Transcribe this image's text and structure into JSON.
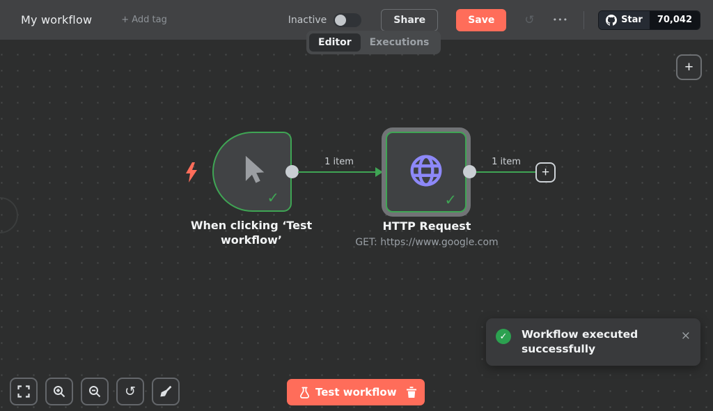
{
  "header": {
    "title": "My workflow",
    "add_tag_label": "+ Add tag",
    "inactive_label": "Inactive",
    "share_label": "Share",
    "save_label": "Save",
    "more_glyph": "•••",
    "history_glyph": "↺",
    "github": {
      "star_label": "Star",
      "star_count": "70,042"
    }
  },
  "tabs": {
    "editor_label": "Editor",
    "executions_label": "Executions"
  },
  "canvas": {
    "add_node_glyph": "+",
    "check_glyph": "✓",
    "nodes": [
      {
        "title": "When clicking ‘Test workflow’"
      },
      {
        "title": "HTTP Request",
        "subtitle": "GET: https://www.google.com"
      }
    ],
    "connections": [
      {
        "label": "1 item"
      },
      {
        "label": "1 item"
      }
    ]
  },
  "controls": {
    "reset_glyph": "↺"
  },
  "footer": {
    "test_workflow_label": "Test workflow"
  },
  "toast": {
    "message": "Workflow executed successfully",
    "check_glyph": "✓",
    "close_glyph": "×"
  },
  "colors": {
    "accent_orange": "#ff6d5a",
    "success_green": "#3fa554",
    "node_purple": "#8d88f8"
  }
}
